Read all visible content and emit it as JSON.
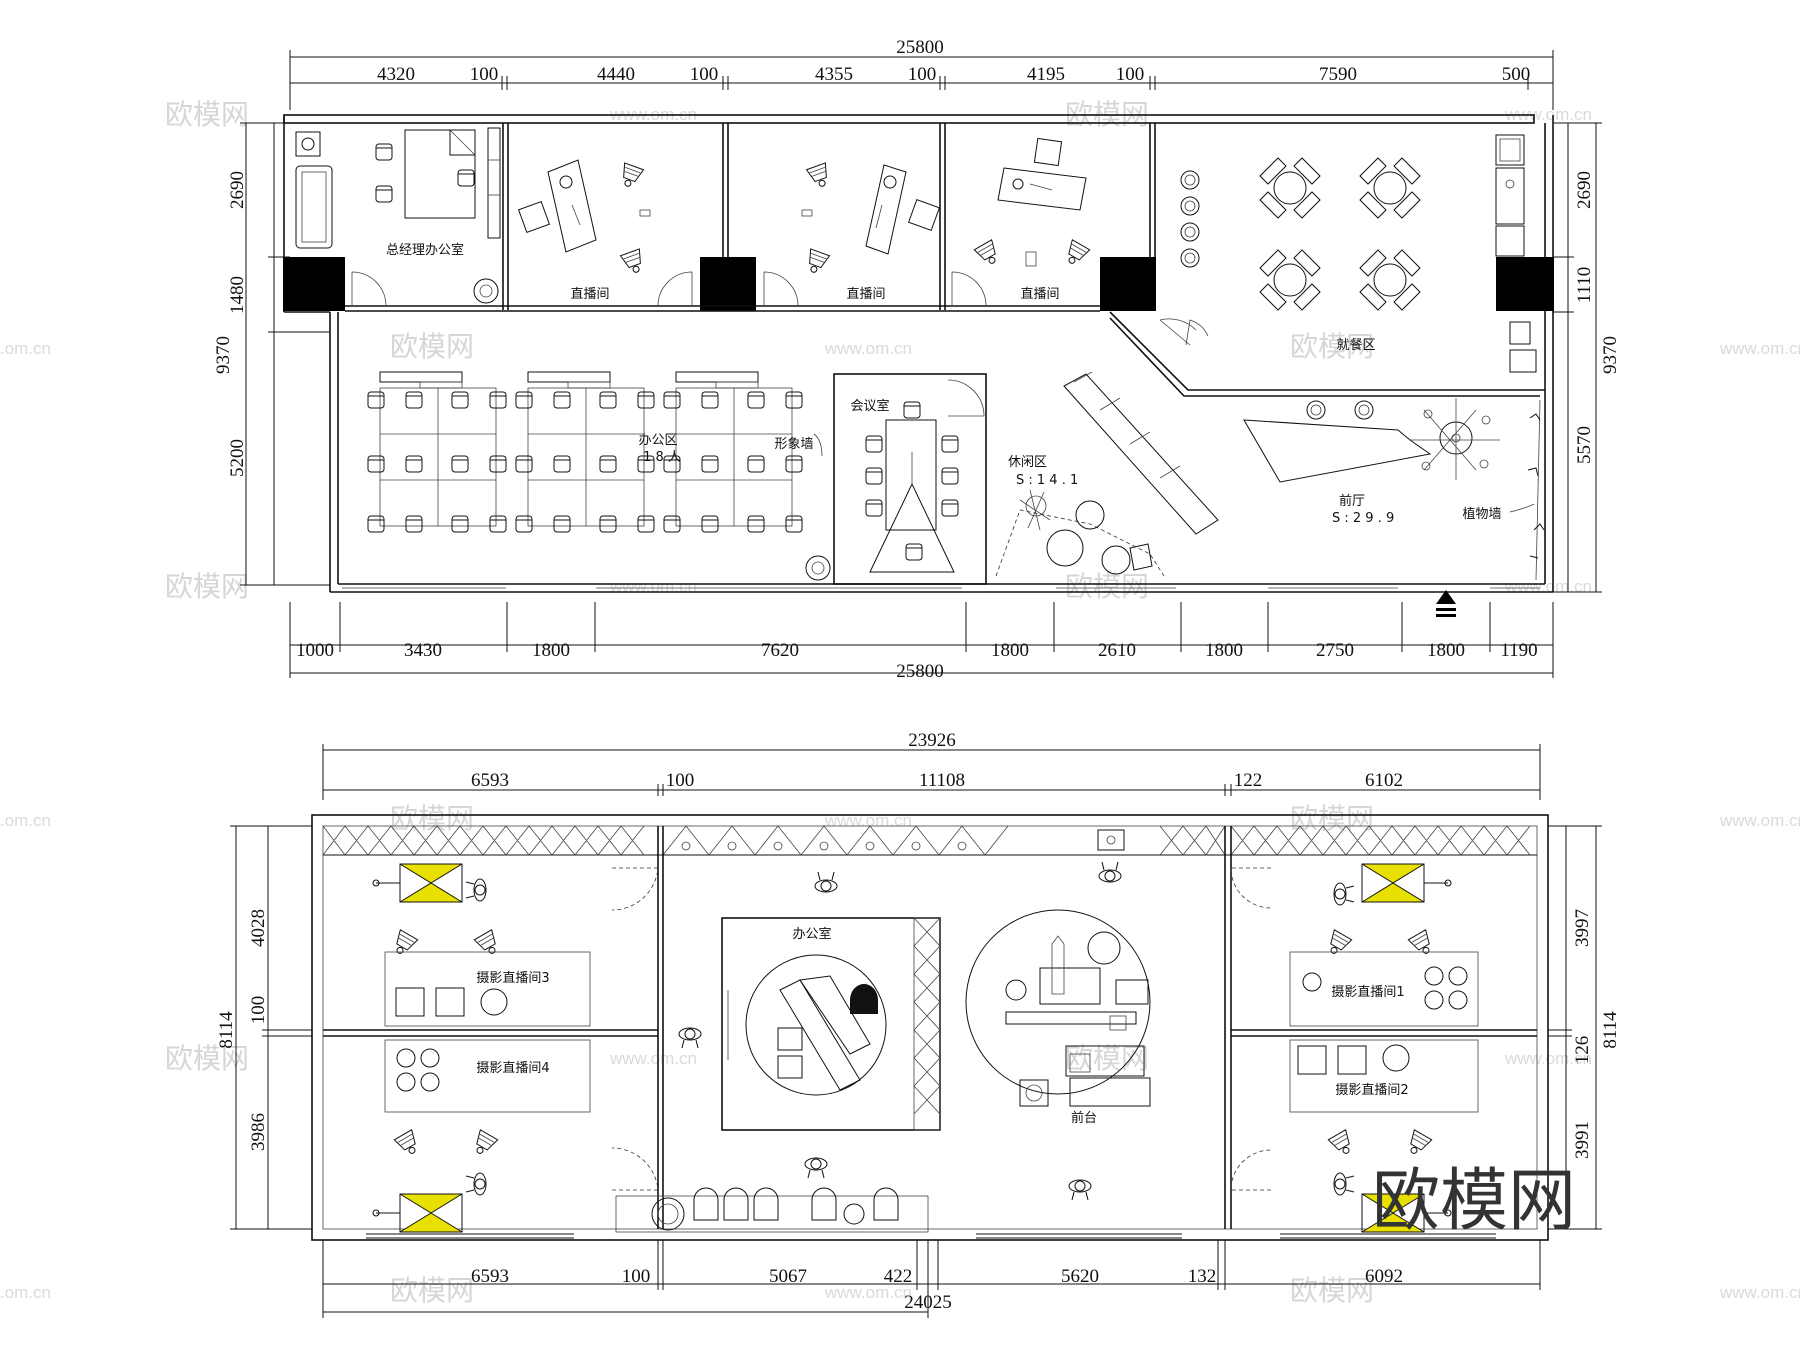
{
  "plan_top": {
    "overall_top": "25800",
    "overall_bottom": "25800",
    "top_dims": [
      "4320",
      "100",
      "4440",
      "100",
      "4355",
      "100",
      "4195",
      "100",
      "7590",
      "500"
    ],
    "bottom_dims": [
      "1000",
      "3430",
      "1800",
      "7620",
      "1800",
      "2610",
      "1800",
      "2750",
      "1800",
      "1190"
    ],
    "left_dims": [
      "2690",
      "1480",
      "9370",
      "5200"
    ],
    "right_dims": [
      "2690",
      "1110",
      "9370",
      "5570"
    ],
    "rooms": {
      "gm_office": "总经理办公室",
      "live1": "直播间",
      "live2": "直播间",
      "live3": "直播间",
      "dining": "就餐区",
      "office": "办公区",
      "office_count": "1 8 人",
      "image_wall": "形象墙",
      "meeting": "会议室",
      "lounge": "休闲区",
      "lounge_area": "S : 1 4 . 1",
      "lobby": "前厅",
      "lobby_area": "S : 2 9 . 9",
      "plant_wall": "植物墙"
    }
  },
  "plan_bottom": {
    "overall_top": "23926",
    "overall_bottom": "24025",
    "top_dims": [
      "6593",
      "100",
      "11108",
      "122",
      "6102"
    ],
    "bottom_dims": [
      "6593",
      "100",
      "5067",
      "422",
      "5620",
      "132",
      "6092"
    ],
    "left_dims": [
      "4028",
      "100",
      "8114",
      "3986"
    ],
    "right_dims": [
      "3997",
      "126",
      "8114",
      "3991"
    ],
    "rooms": {
      "studio1": "摄影直播间1",
      "studio2": "摄影直播间2",
      "studio3": "摄影直播间3",
      "studio4": "摄影直播间4",
      "office": "办公室",
      "reception": "前台"
    }
  },
  "watermark": {
    "text": "欧模网",
    "url": "www.om.cn",
    "url_short": ".om.cn"
  },
  "brand": {
    "text": "欧模网"
  }
}
